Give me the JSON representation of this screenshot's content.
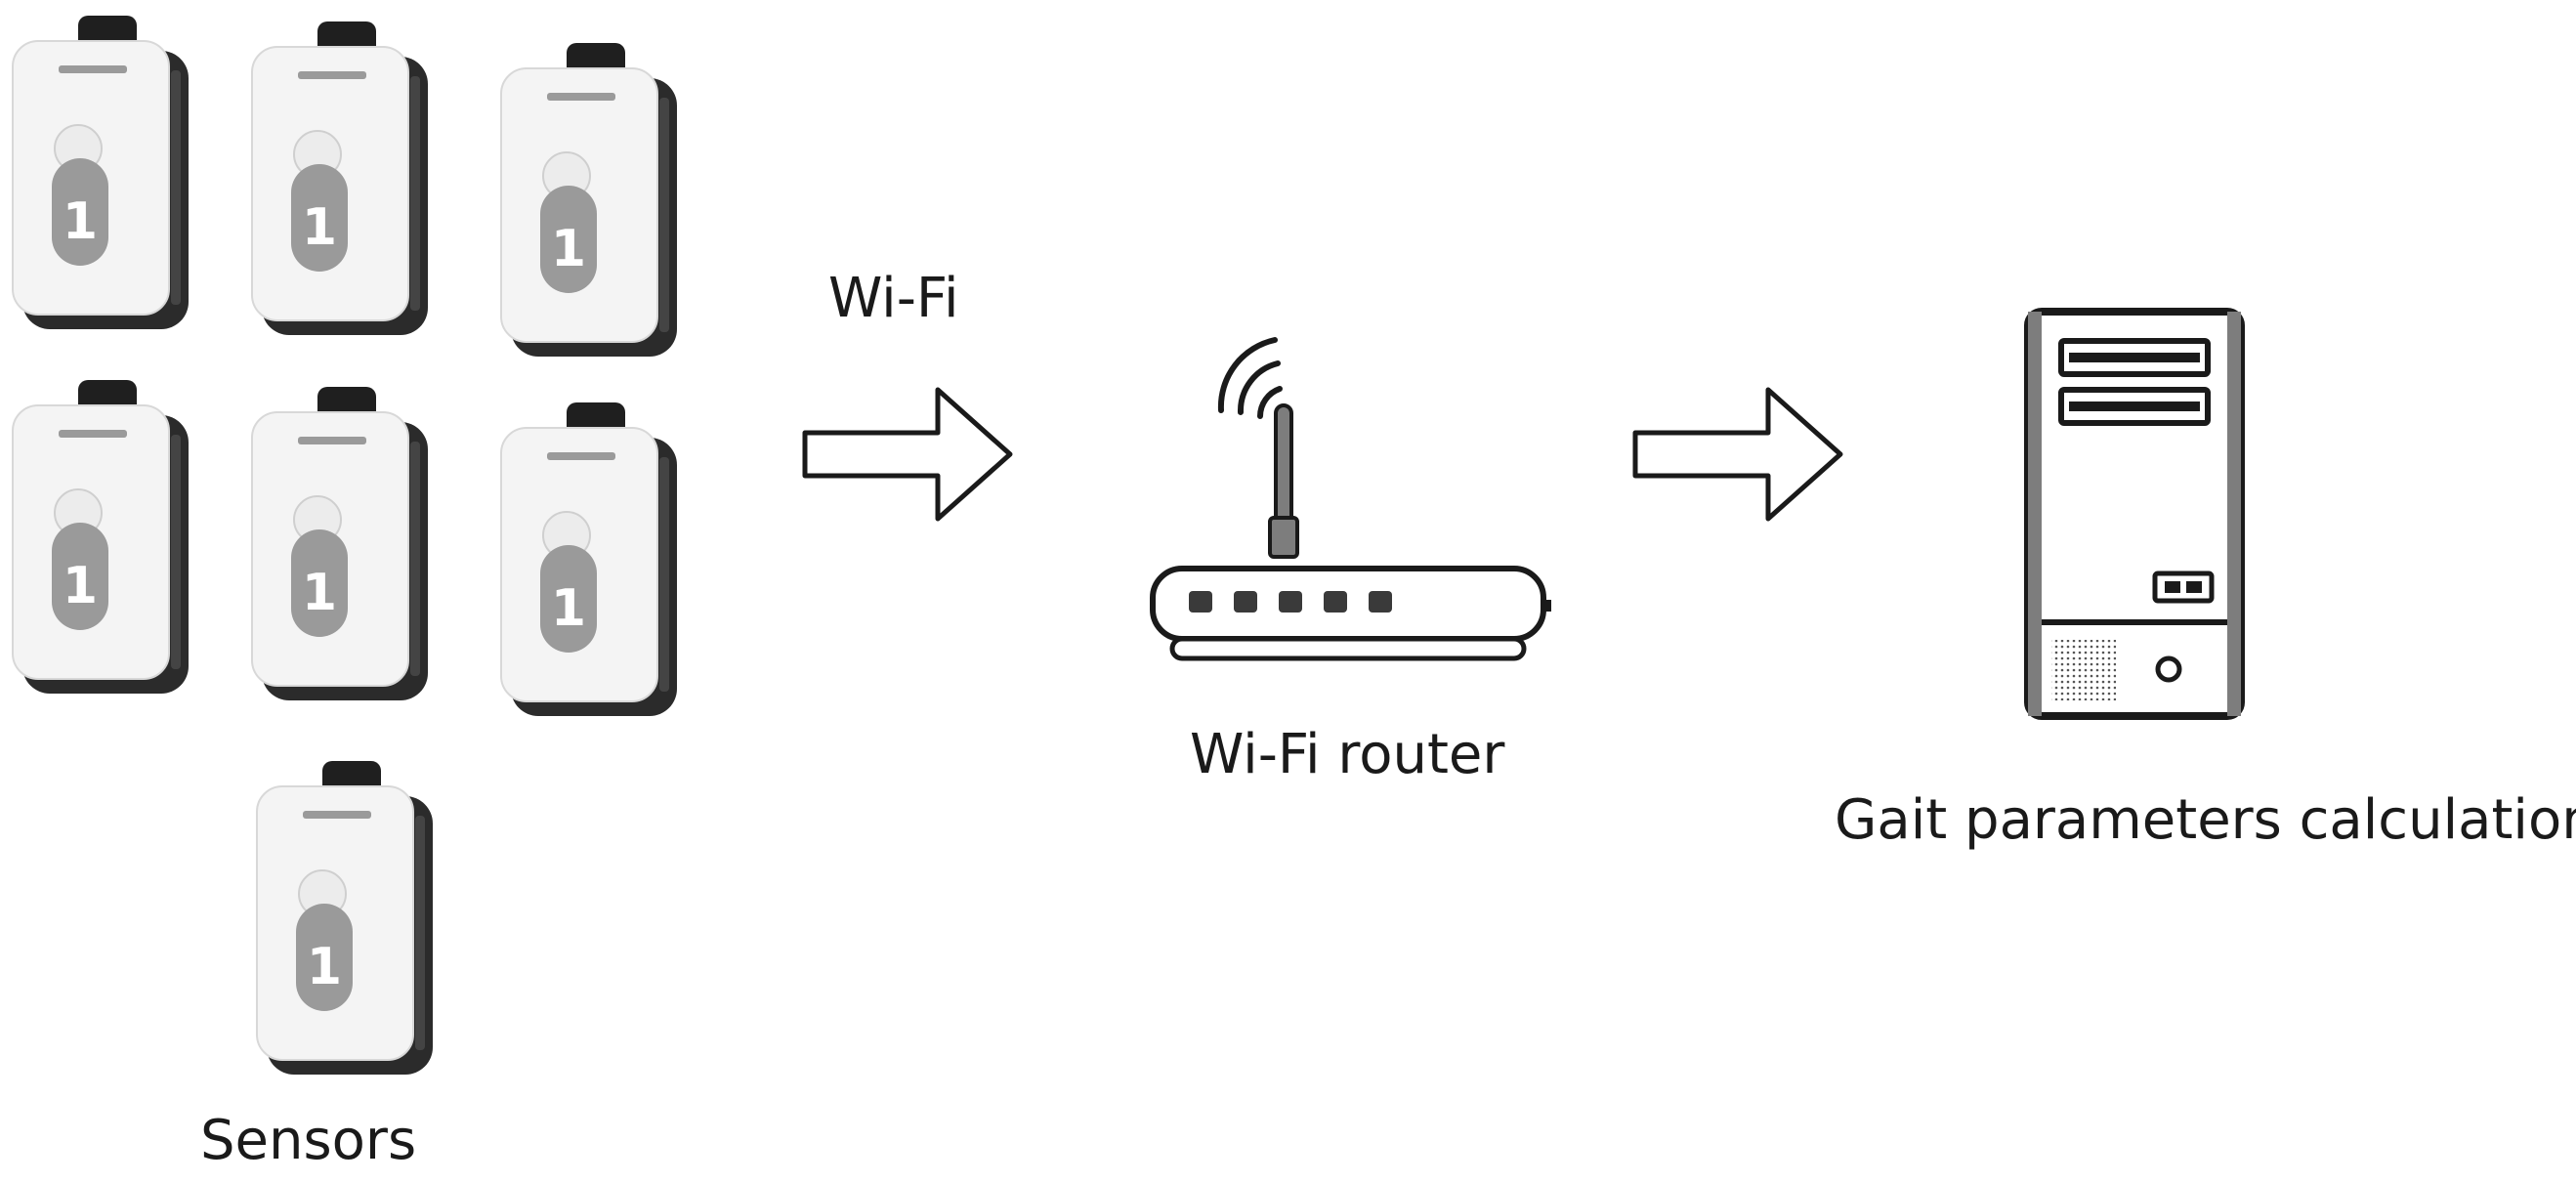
{
  "labels": {
    "sensors": "Sensors",
    "wifi_link": "Wi-Fi",
    "router": "Wi-Fi router",
    "computer": "Gait parameters calculation"
  },
  "sensor_badge": "1",
  "sensor_count": 7,
  "icons": {
    "sensor": "wearable-sensor-icon",
    "arrow": "arrow-right-icon",
    "router": "wifi-router-icon",
    "computer": "desktop-tower-icon"
  },
  "colors": {
    "outline": "#1a1a1a",
    "sensor_body": "#f4f4f4",
    "sensor_clip": "#2b2b2b",
    "sensor_badge": "#9a9a9a",
    "router_led": "#3a3a3a",
    "router_antenna": "#7d7d7d"
  }
}
